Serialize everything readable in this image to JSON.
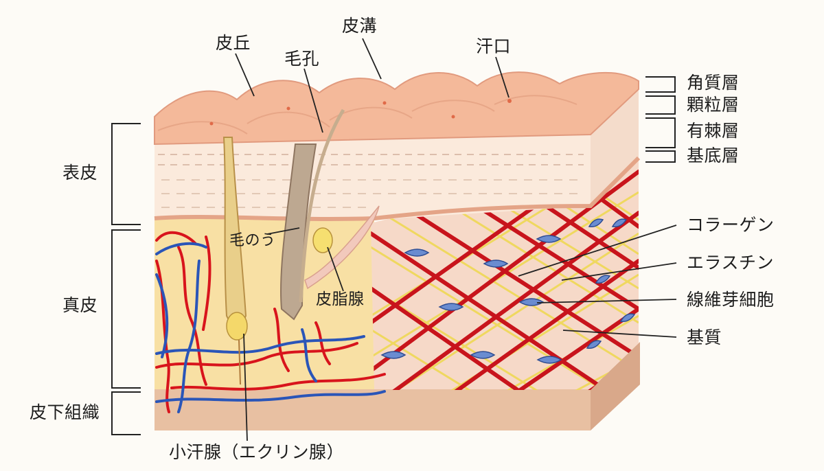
{
  "top_labels": {
    "hikyu": "皮丘",
    "hikou": "皮溝",
    "moukou": "毛孔",
    "kankou": "汗口"
  },
  "epidermis_sublayers": [
    "角質層",
    "顆粒層",
    "有棘層",
    "基底層"
  ],
  "layers": {
    "epidermis": "表皮",
    "dermis": "真皮",
    "subcutaneous": "皮下組織"
  },
  "structure_labels": {
    "hair_bulb": "毛のう",
    "sebaceous_gland": "皮脂腺",
    "eccrine_gland": "小汗腺（エクリン腺）"
  },
  "dermis_components": [
    "コラーゲン",
    "エラスチン",
    "線維芽細胞",
    "基質"
  ],
  "colors": {
    "stratum_corneum": "#f4b99a",
    "epidermis_body": "#fbeadc",
    "dermis_left": "#f8e0a4",
    "dermis_right": "#f6d7c6",
    "subcutaneous": "#e4b89a",
    "collagen": "#c8141c",
    "elastin": "#efd85a",
    "fibroblast": "#6a8cd0",
    "artery": "#d8141c",
    "vein": "#2a55b8",
    "hair": "#c9a66b"
  }
}
